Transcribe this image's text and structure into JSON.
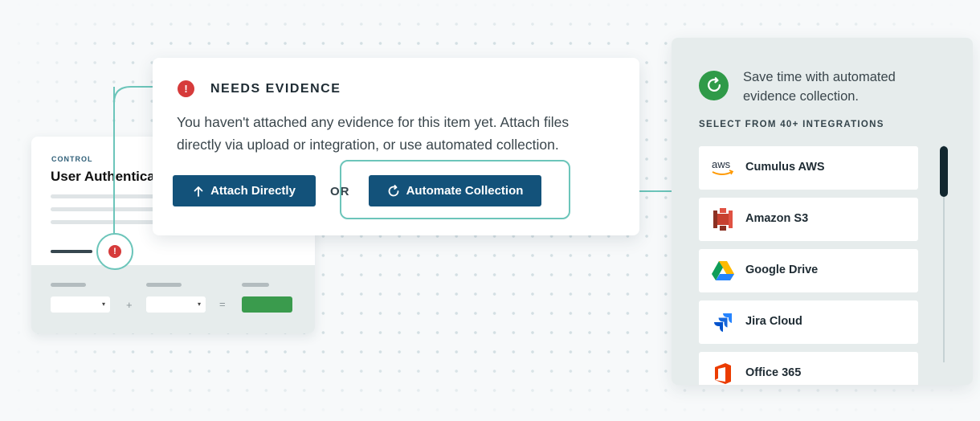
{
  "control": {
    "label": "CONTROL",
    "title": "User Authentica"
  },
  "evidence": {
    "title": "NEEDS EVIDENCE",
    "description": "You haven't attached any evidence for this item yet. Attach files directly via upload or integration, or use automated collection.",
    "attach_label": "Attach Directly",
    "or_label": "OR",
    "automate_label": "Automate Collection"
  },
  "integrations": {
    "headline": "Save time with automated evidence collection.",
    "subtitle": "SELECT FROM 40+ INTEGRATIONS",
    "items": [
      {
        "name": "Cumulus AWS",
        "icon": "aws-logo"
      },
      {
        "name": "Amazon S3",
        "icon": "amazon-s3-logo"
      },
      {
        "name": "Google Drive",
        "icon": "google-drive-logo"
      },
      {
        "name": "Jira Cloud",
        "icon": "jira-logo"
      },
      {
        "name": "Office 365",
        "icon": "office-365-logo"
      }
    ]
  },
  "colors": {
    "primary_button": "#13527a",
    "accent_line": "#6cc5ba",
    "error": "#d63b3b",
    "success": "#2f9a48"
  }
}
